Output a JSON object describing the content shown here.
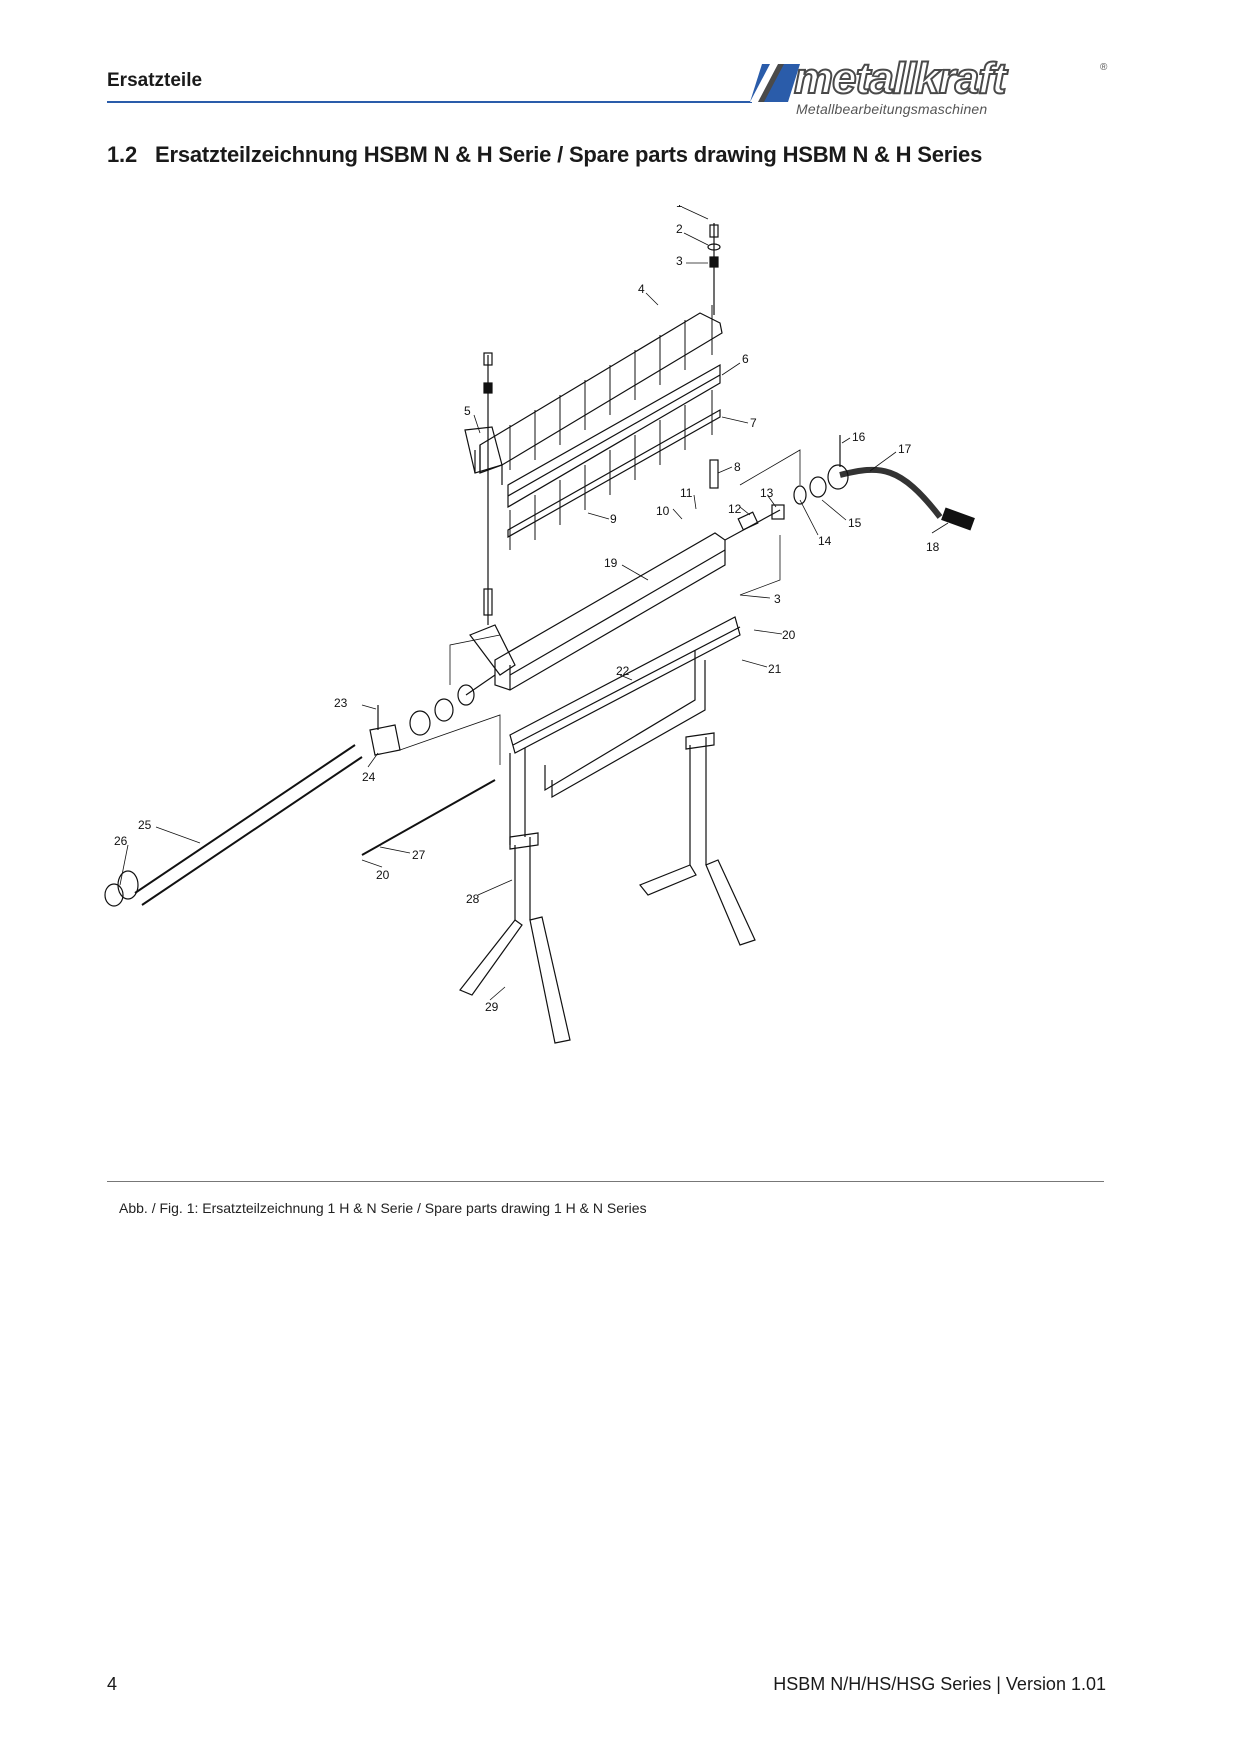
{
  "header": {
    "title": "Ersatzteile",
    "accent_color": "#2a5caa"
  },
  "logo": {
    "brand": "metallkraft",
    "registered": "®",
    "subtitle": "Metallbearbeitungsmaschinen"
  },
  "section": {
    "number": "1.2",
    "title": "Ersatzteilzeichnung HSBM N & H Serie / Spare parts drawing HSBM N & H Series"
  },
  "figure": {
    "caption": "Abb. / Fig. 1: Ersatzteilzeichnung 1 H & N Serie / Spare parts drawing 1 H & N Series",
    "part_labels": [
      "1",
      "2",
      "3",
      "4",
      "5",
      "6",
      "7",
      "8",
      "9",
      "10",
      "11",
      "12",
      "13",
      "14",
      "15",
      "16",
      "17",
      "18",
      "19",
      "3",
      "20",
      "21",
      "22",
      "23",
      "24",
      "25",
      "26",
      "27",
      "20",
      "28",
      "29"
    ]
  },
  "footer": {
    "page_number": "4",
    "document": "HSBM N/H/HS/HSG  Series | Version 1.01"
  }
}
